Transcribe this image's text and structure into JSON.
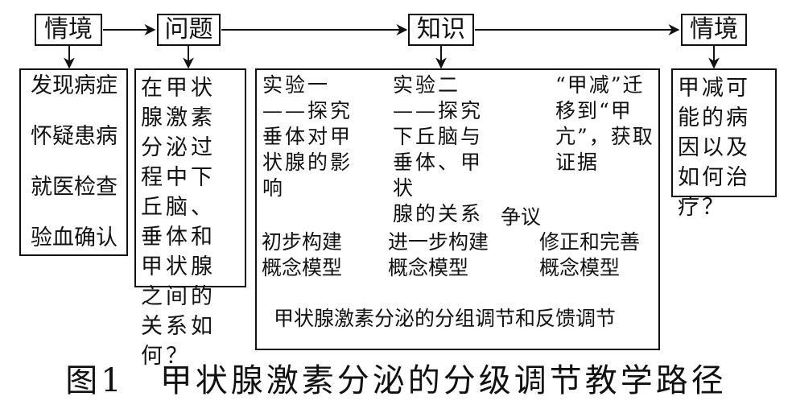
{
  "top": {
    "situation1": "情境",
    "problem": "问题",
    "knowledge": "知识",
    "situation2": "情境"
  },
  "left_steps": [
    "发现病症",
    "怀疑患病",
    "就医检查",
    "验血确认"
  ],
  "question_text": "在甲状腺激素分泌过程中下丘脑、垂体和甲状腺之间的关系如何？",
  "knowledge": {
    "exp1": "实验一\n——探究\n垂体对甲\n状腺的影\n响",
    "exp2": "实验二\n——探究\n下丘脑与\n垂体、甲状\n腺的关系",
    "exp3": "“甲减”迁\n移到“甲\n亢”，获取\n证据",
    "model1": "初步构建\n概念模型",
    "model2": "进一步构建\n概念模型",
    "model3": "修正和完善\n概念模型",
    "dispute": "争议",
    "conclusion": "甲状腺激素分泌的分组调节和反馈调节"
  },
  "right_text": "甲减可能的病因以及如何治疗？",
  "caption": "图1　甲状腺激素分泌的分级调节教学路径"
}
